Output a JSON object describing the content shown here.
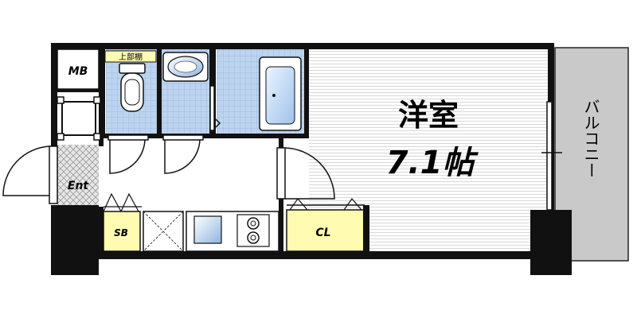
{
  "rooms": {
    "western_room": {
      "name": "洋室",
      "size": "7.1帖"
    },
    "balcony": "バルコニー",
    "mb": "MB",
    "entrance": "Ent",
    "shoe_box": "SB",
    "closet": "CL",
    "upper_cabinet": "上部棚"
  },
  "colors": {
    "wall": "#111111",
    "tile_blue": "#bcd4ef",
    "storage_yellow": "#fffbb0",
    "balcony_gray": "#c9c9c9",
    "floor_lines": "#cfcfcf"
  }
}
